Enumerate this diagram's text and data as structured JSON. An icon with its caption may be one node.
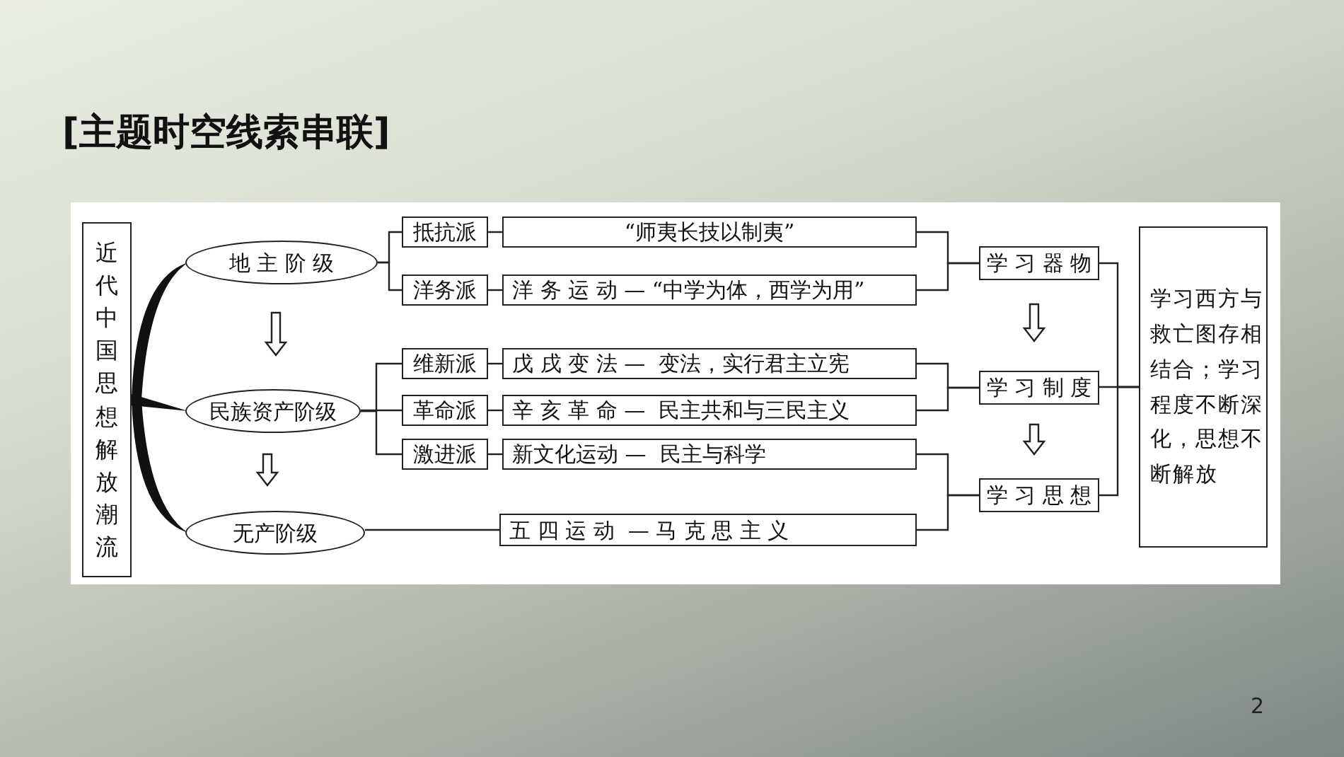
{
  "diagram": {
    "title": "[主题时空线索串联]",
    "nodes": [
      {
        "text": [
          "近代中国思想解放潮流"
        ]
      },
      {
        "text": [
          "地 主 阶 级"
        ]
      },
      {
        "text": [
          "民族资产阶级"
        ]
      },
      {
        "text": [
          "无产阶级"
        ]
      },
      {
        "text": [
          "抵抗派"
        ]
      },
      {
        "text": [
          "洋务派"
        ]
      },
      {
        "text": [
          "维新派"
        ]
      },
      {
        "text": [
          "革命派"
        ]
      },
      {
        "text": [
          "激进派"
        ]
      },
      {
        "text": [
          "“师夷长技以制夷”"
        ]
      },
      {
        "text": [
          "洋 务 运 动 — “中学为体，西学为用”"
        ]
      },
      {
        "text": [
          "戊 戌 变 法 —  变法，实行君主立宪"
        ]
      },
      {
        "text": [
          "辛 亥 革 命 —  民主共和与三民主义"
        ]
      },
      {
        "text": [
          "新文化运动 —  民主与科学"
        ]
      },
      {
        "text": [
          "五 四 运 动  — 马 克 思 主 义"
        ]
      },
      {
        "text": [
          "学 习 器 物"
        ]
      },
      {
        "text": [
          "学 习 制 度"
        ]
      },
      {
        "text": [
          "学 习 思 想"
        ]
      },
      {
        "text": [
          "学习西方与救亡图存相结合；学习程度不断深化，思想不断解放"
        ]
      }
    ],
    "edges": [
      {
        "from": 0,
        "to": 1,
        "arrow": "none",
        "style": "thick"
      },
      {
        "from": 0,
        "to": 2,
        "arrow": "none",
        "style": "thick"
      },
      {
        "from": 0,
        "to": 3,
        "arrow": "none",
        "style": "thick"
      },
      {
        "from": 1,
        "to": 4,
        "arrow": "none"
      },
      {
        "from": 1,
        "to": 5,
        "arrow": "none"
      },
      {
        "from": 2,
        "to": 6,
        "arrow": "none"
      },
      {
        "from": 2,
        "to": 7,
        "arrow": "none"
      },
      {
        "from": 2,
        "to": 8,
        "arrow": "none"
      },
      {
        "from": 3,
        "to": 14,
        "arrow": "none"
      },
      {
        "from": 4,
        "to": 9,
        "arrow": "none"
      },
      {
        "from": 5,
        "to": 10,
        "arrow": "none"
      },
      {
        "from": 6,
        "to": 11,
        "arrow": "none"
      },
      {
        "from": 7,
        "to": 12,
        "arrow": "none"
      },
      {
        "from": 8,
        "to": 13,
        "arrow": "none"
      },
      {
        "from": 9,
        "to": 15,
        "arrow": "none"
      },
      {
        "from": 10,
        "to": 15,
        "arrow": "none"
      },
      {
        "from": 11,
        "to": 16,
        "arrow": "none"
      },
      {
        "from": 12,
        "to": 16,
        "arrow": "none"
      },
      {
        "from": 13,
        "to": 17,
        "arrow": "none"
      },
      {
        "from": 14,
        "to": 17,
        "arrow": "none"
      },
      {
        "from": 15,
        "to": 18,
        "arrow": "none"
      },
      {
        "from": 16,
        "to": 18,
        "arrow": "none"
      },
      {
        "from": 17,
        "to": 18,
        "arrow": "none"
      },
      {
        "from": 1,
        "to": 2,
        "arrow": "to"
      },
      {
        "from": 2,
        "to": 3,
        "arrow": "to"
      },
      {
        "from": 15,
        "to": 16,
        "arrow": "to"
      },
      {
        "from": 16,
        "to": 17,
        "arrow": "to"
      }
    ],
    "labels": [
      "2"
    ]
  }
}
